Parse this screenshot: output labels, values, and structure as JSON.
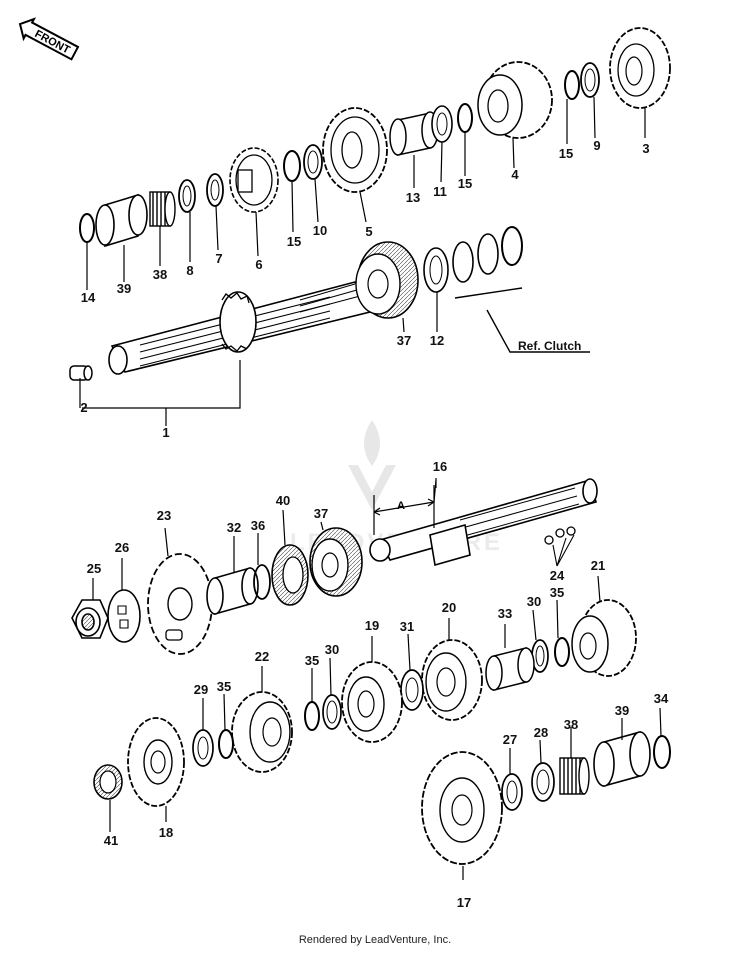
{
  "front_badge": {
    "text": "FRONT"
  },
  "ref_clutch": "Ref. Clutch",
  "dimension_label": "A",
  "footer": "Rendered by LeadVenture, Inc.",
  "watermark": {
    "text": "LEADVENTURE",
    "color": "#c8c8c8"
  },
  "callouts": [
    {
      "n": "1"
    },
    {
      "n": "2"
    },
    {
      "n": "3"
    },
    {
      "n": "4"
    },
    {
      "n": "5"
    },
    {
      "n": "6"
    },
    {
      "n": "7"
    },
    {
      "n": "8"
    },
    {
      "n": "9"
    },
    {
      "n": "10"
    },
    {
      "n": "11"
    },
    {
      "n": "12"
    },
    {
      "n": "13"
    },
    {
      "n": "14"
    },
    {
      "n": "15"
    },
    {
      "n": "15"
    },
    {
      "n": "15"
    },
    {
      "n": "16"
    },
    {
      "n": "17"
    },
    {
      "n": "18"
    },
    {
      "n": "19"
    },
    {
      "n": "20"
    },
    {
      "n": "21"
    },
    {
      "n": "22"
    },
    {
      "n": "23"
    },
    {
      "n": "24"
    },
    {
      "n": "25"
    },
    {
      "n": "26"
    },
    {
      "n": "27"
    },
    {
      "n": "28"
    },
    {
      "n": "29"
    },
    {
      "n": "30"
    },
    {
      "n": "30"
    },
    {
      "n": "31"
    },
    {
      "n": "32"
    },
    {
      "n": "33"
    },
    {
      "n": "34"
    },
    {
      "n": "35"
    },
    {
      "n": "35"
    },
    {
      "n": "35"
    },
    {
      "n": "36"
    },
    {
      "n": "37"
    },
    {
      "n": "37"
    },
    {
      "n": "38"
    },
    {
      "n": "38"
    },
    {
      "n": "39"
    },
    {
      "n": "39"
    },
    {
      "n": "40"
    },
    {
      "n": "41"
    }
  ]
}
